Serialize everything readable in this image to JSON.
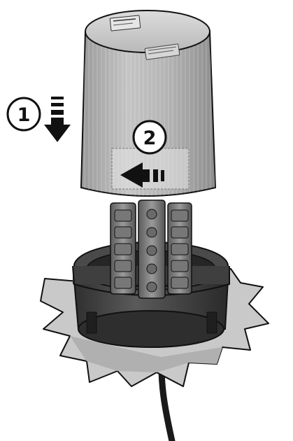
{
  "steps": [
    {
      "number": "1",
      "action": "push-down"
    },
    {
      "number": "2",
      "action": "slide-left"
    }
  ],
  "icons": [
    "arrow-down-icon",
    "arrow-left-icon",
    "certification-label-icon"
  ],
  "colors": {
    "outline": "#111111",
    "cover_gray": "#9b9b9b",
    "cover_light": "#c8c8c8",
    "base_dark": "#3a3a3a",
    "plate": "#c9c9c9",
    "terminal": "#7c7c7c"
  }
}
